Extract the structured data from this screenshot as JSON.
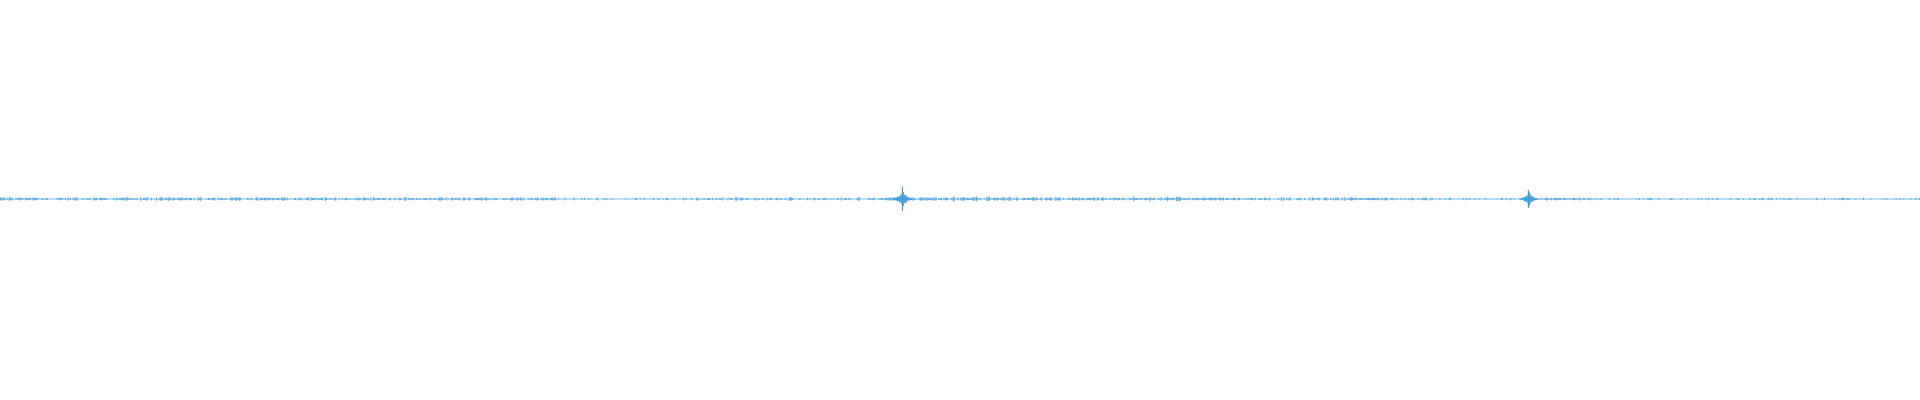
{
  "waveform": {
    "color": "#3a9ad9",
    "background": "#ffffff",
    "peak_amplitude": 1.0,
    "segments": [
      {
        "start": 0.0,
        "end": 0.29,
        "density": 0.75,
        "level": 0.1
      },
      {
        "start": 0.29,
        "end": 0.36,
        "density": 0.35,
        "level": 0.07
      },
      {
        "start": 0.36,
        "end": 0.465,
        "density": 0.55,
        "level": 0.09
      },
      {
        "start": 0.465,
        "end": 0.64,
        "density": 0.85,
        "level": 0.12
      },
      {
        "start": 0.64,
        "end": 0.745,
        "density": 0.65,
        "level": 0.1
      },
      {
        "start": 0.745,
        "end": 0.795,
        "density": 0.3,
        "level": 0.06
      },
      {
        "start": 0.795,
        "end": 0.83,
        "density": 0.7,
        "level": 0.09
      },
      {
        "start": 0.83,
        "end": 0.925,
        "density": 0.3,
        "level": 0.06
      },
      {
        "start": 0.925,
        "end": 1.0,
        "density": 0.25,
        "level": 0.05
      }
    ],
    "peaks": [
      {
        "position": 0.47,
        "amplitude": 1.0
      },
      {
        "position": 0.796,
        "amplitude": 0.75
      }
    ]
  }
}
